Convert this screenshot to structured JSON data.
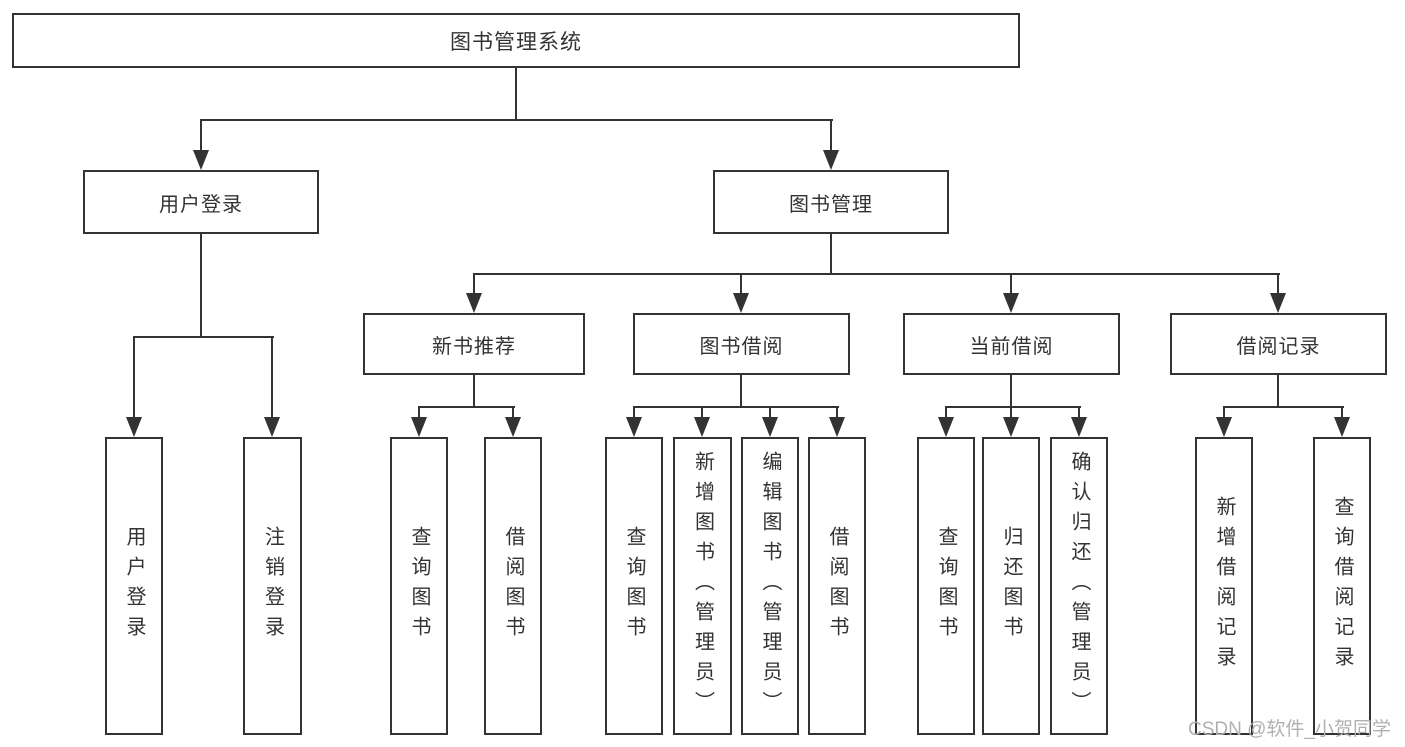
{
  "diagram_type": "tree",
  "colors": {
    "line": "#333333",
    "node_border": "#333333",
    "node_text": "#333333",
    "background": "#ffffff",
    "watermark_text": "#b0b0b0"
  },
  "tree": {
    "root": {
      "label": "图书管理系统"
    },
    "user_login": {
      "label": "用户登录",
      "children": [
        {
          "label": "用户登录"
        },
        {
          "label": "注销登录"
        }
      ]
    },
    "book_management": {
      "label": "图书管理",
      "children": [
        {
          "label": "新书推荐",
          "children": [
            {
              "label": "查询图书"
            },
            {
              "label": "借阅图书"
            }
          ]
        },
        {
          "label": "图书借阅",
          "children": [
            {
              "label": "查询图书"
            },
            {
              "label": "新增图书（管理员）"
            },
            {
              "label": "编辑图书（管理员）"
            },
            {
              "label": "借阅图书"
            }
          ]
        },
        {
          "label": "当前借阅",
          "children": [
            {
              "label": "查询图书"
            },
            {
              "label": "归还图书"
            },
            {
              "label": "确认归还（管理员）"
            }
          ]
        },
        {
          "label": "借阅记录",
          "children": [
            {
              "label": "新增借阅记录"
            },
            {
              "label": "查询借阅记录"
            }
          ]
        }
      ]
    }
  },
  "watermark": {
    "text": "CSDN @软件_小贺同学"
  }
}
